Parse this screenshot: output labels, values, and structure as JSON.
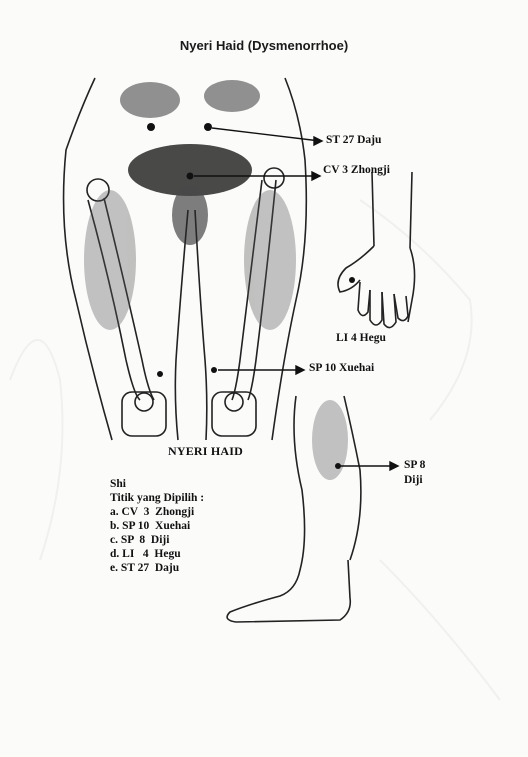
{
  "title": "Nyeri Haid (Dysmenorrhoe)",
  "labels": {
    "st27": "ST 27  Daju",
    "cv3": "CV 3  Zhongji",
    "li4": "LI 4   Hegu",
    "sp10": "SP 10  Xuehai",
    "sp8_code": "SP 8",
    "sp8_name": "Diji"
  },
  "caption": "NYERI HAID",
  "diagnosis": "Shi",
  "points_heading": "Titik yang Dipilih :",
  "points": [
    "a. CV  3  Zhongji",
    "b. SP 10  Xuehai",
    "c. SP  8  Diji",
    "d. LI   4  Hegu",
    "e. ST 27  Daju"
  ]
}
